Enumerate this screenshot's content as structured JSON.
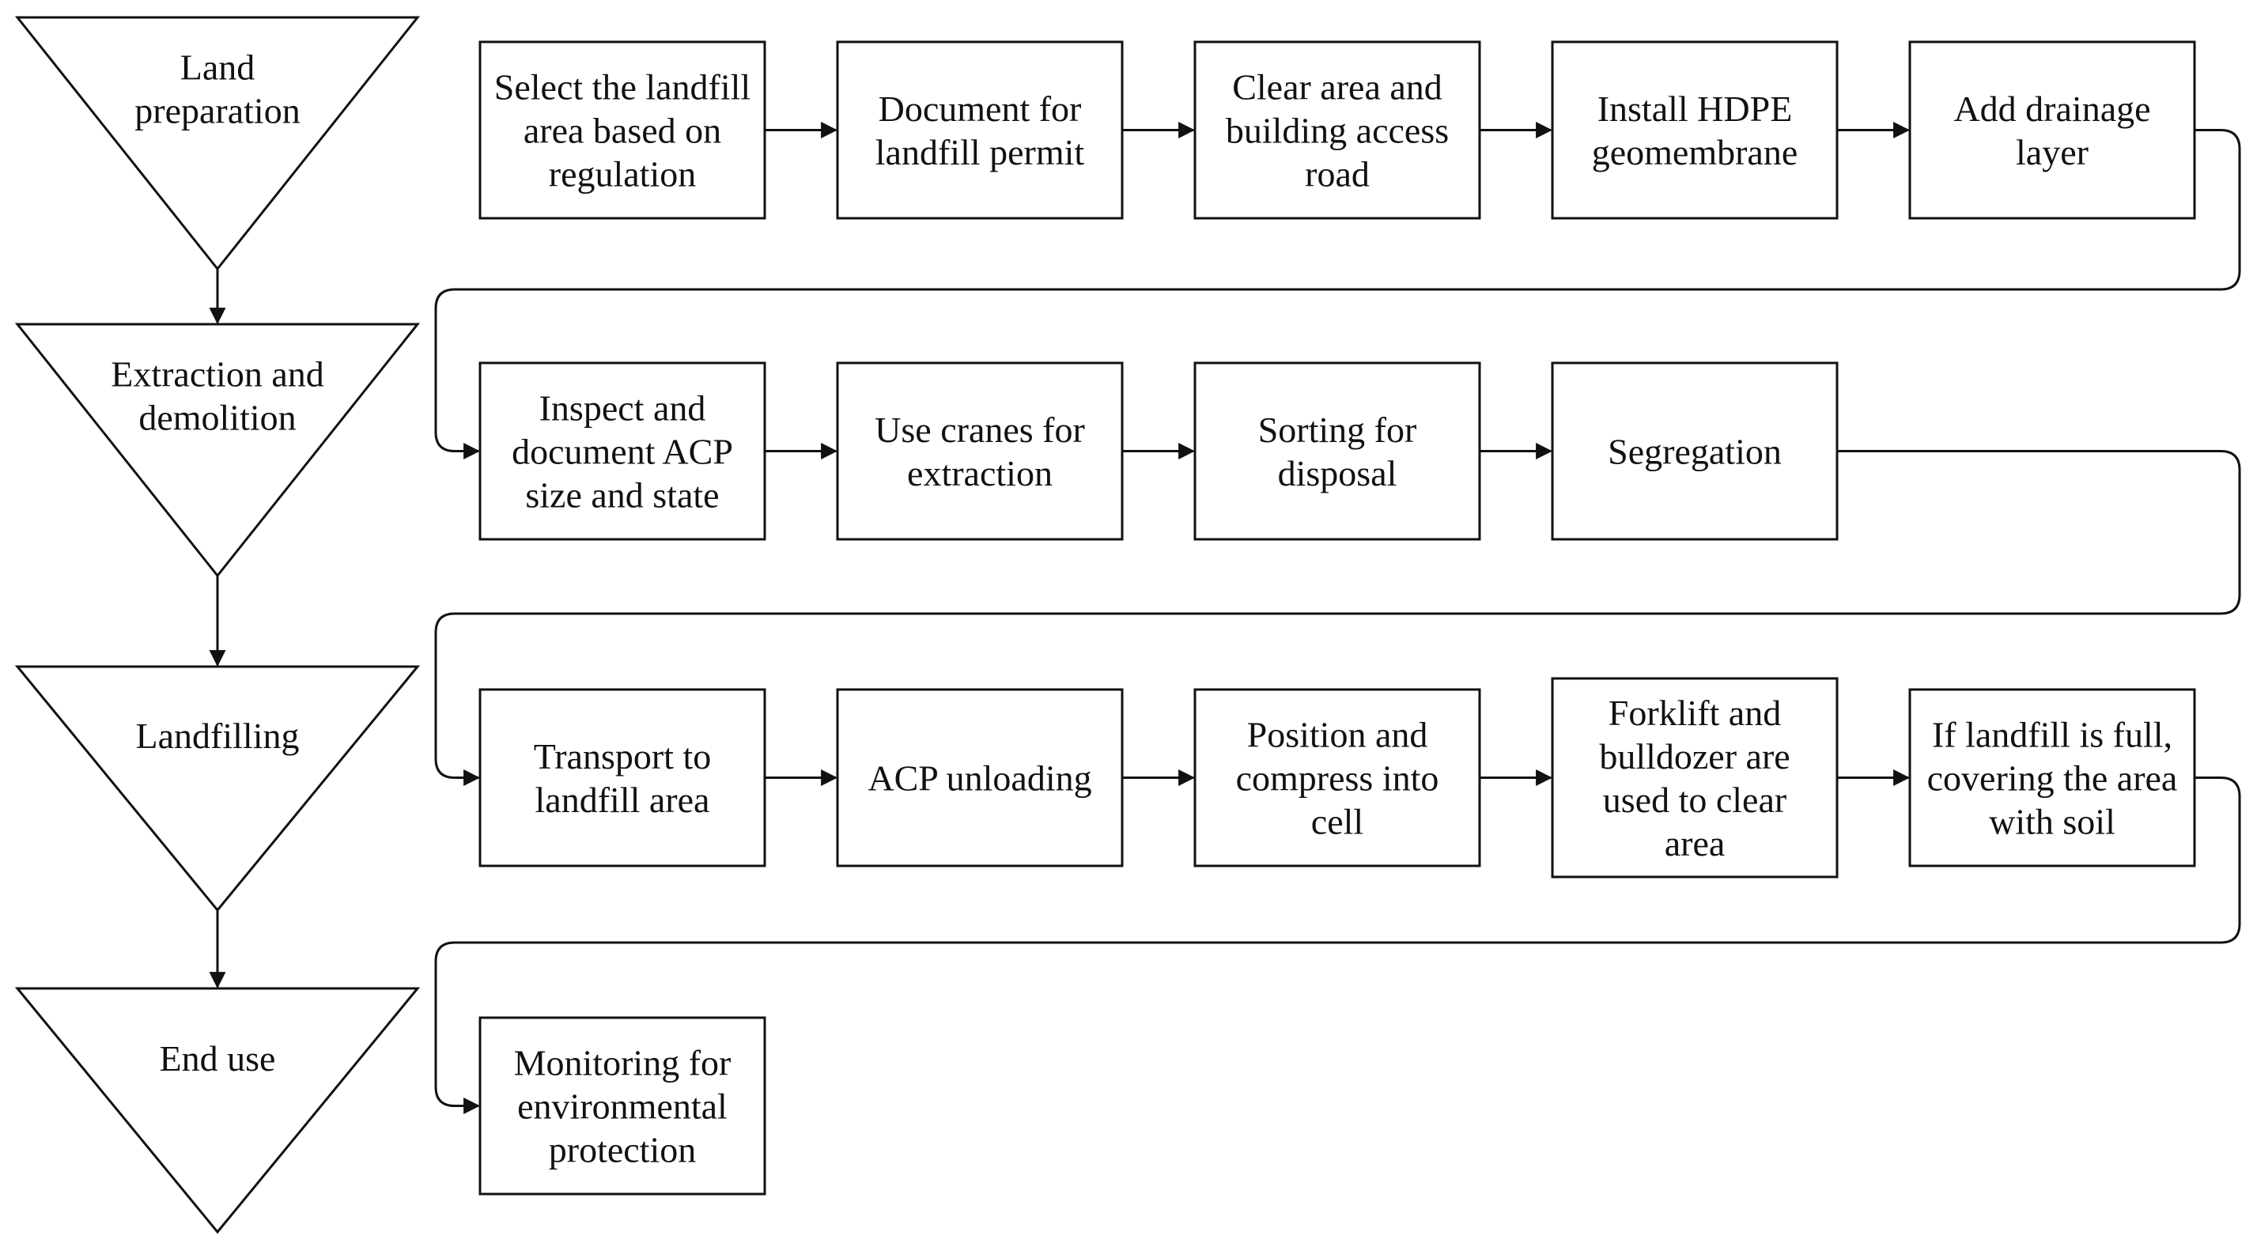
{
  "colors": {
    "stroke": "#111111",
    "background": "#ffffff",
    "text": "#111111"
  },
  "stages": [
    {
      "id": "land-preparation",
      "lines": [
        "Land",
        "preparation"
      ]
    },
    {
      "id": "extraction-demolition",
      "lines": [
        "Extraction and",
        "demolition"
      ]
    },
    {
      "id": "landfilling",
      "lines": [
        "Landfilling"
      ]
    },
    {
      "id": "end-use",
      "lines": [
        "End use"
      ]
    }
  ],
  "rows": [
    {
      "stage": "land-preparation",
      "steps": [
        {
          "id": "select-area",
          "lines": [
            "Select the landfill",
            "area based on",
            "regulation"
          ]
        },
        {
          "id": "document-permit",
          "lines": [
            "Document for",
            "landfill permit"
          ]
        },
        {
          "id": "clear-area",
          "lines": [
            "Clear area and",
            "building access",
            "road"
          ]
        },
        {
          "id": "install-hdpe",
          "lines": [
            "Install HDPE",
            "geomembrane"
          ]
        },
        {
          "id": "add-drainage",
          "lines": [
            "Add drainage",
            "layer"
          ]
        }
      ]
    },
    {
      "stage": "extraction-demolition",
      "steps": [
        {
          "id": "inspect-acp",
          "lines": [
            "Inspect and",
            "document ACP",
            "size and state"
          ]
        },
        {
          "id": "use-cranes",
          "lines": [
            "Use cranes for",
            "extraction"
          ]
        },
        {
          "id": "sorting",
          "lines": [
            "Sorting for",
            "disposal"
          ]
        },
        {
          "id": "segregation",
          "lines": [
            "Segregation"
          ]
        }
      ]
    },
    {
      "stage": "landfilling",
      "steps": [
        {
          "id": "transport",
          "lines": [
            "Transport to",
            "landfill area"
          ]
        },
        {
          "id": "acp-unloading",
          "lines": [
            "ACP unloading"
          ]
        },
        {
          "id": "position-compress",
          "lines": [
            "Position and",
            "compress into",
            "cell"
          ]
        },
        {
          "id": "forklift-bulldozer",
          "lines": [
            "Forklift and",
            "bulldozer are",
            "used to clear",
            "area"
          ]
        },
        {
          "id": "cover-soil",
          "lines": [
            "If landfill is full,",
            "covering the area",
            "with soil"
          ]
        }
      ]
    },
    {
      "stage": "end-use",
      "steps": [
        {
          "id": "monitoring",
          "lines": [
            "Monitoring for",
            "environmental",
            "protection"
          ]
        }
      ]
    }
  ]
}
